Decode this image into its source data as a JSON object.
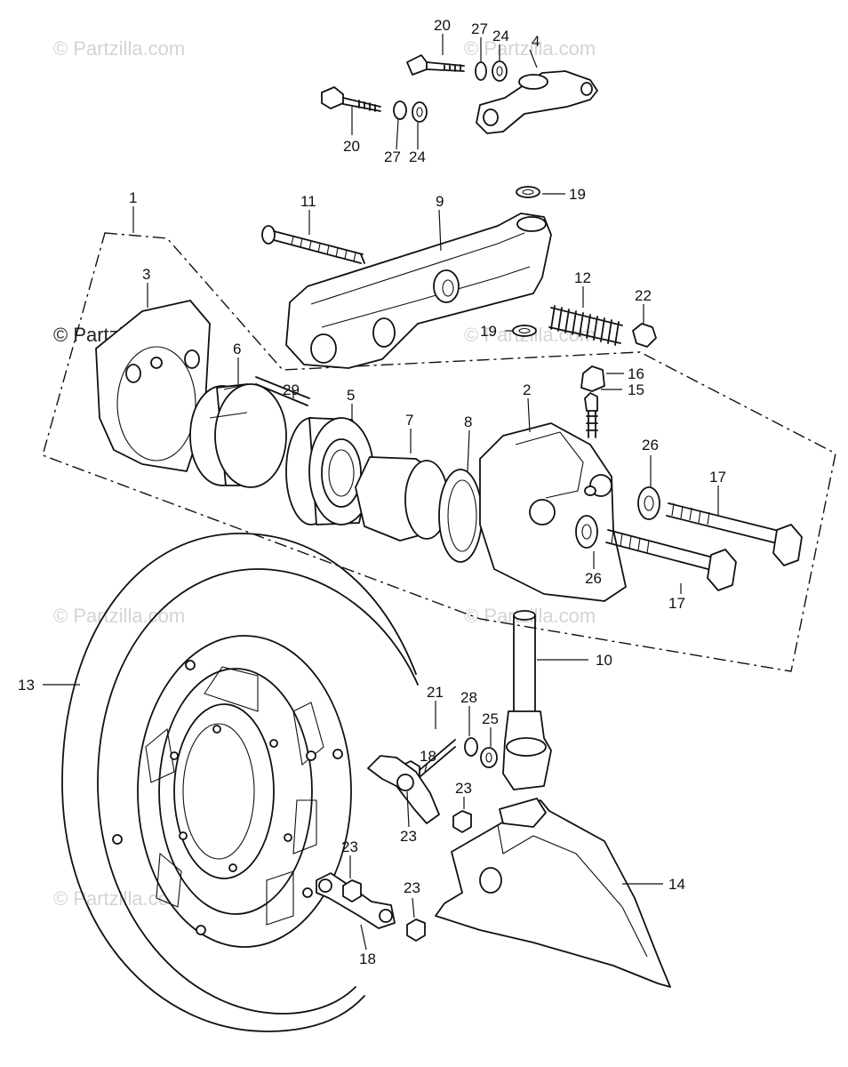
{
  "watermark": "© Partzilla.com",
  "callouts": {
    "c20a": "20",
    "c27a": "27",
    "c24a": "24",
    "c4": "4",
    "c20b": "20",
    "c27b": "27",
    "c24b": "24",
    "c1": "1",
    "c11": "11",
    "c9": "9",
    "c19a": "19",
    "c3": "3",
    "c12": "12",
    "c22": "22",
    "c19b": "19",
    "c6": "6",
    "c29": "29",
    "c5": "5",
    "c2": "2",
    "c16": "16",
    "c7": "7",
    "c8": "8",
    "c15": "15",
    "c26a": "26",
    "c17a": "17",
    "c26b": "26",
    "c17b": "17",
    "c10": "10",
    "c13": "13",
    "c21": "21",
    "c28": "28",
    "c25": "25",
    "c18a": "18",
    "c23a": "23",
    "c23b": "23",
    "c23c": "23",
    "c23d": "23",
    "c14": "14",
    "c18b": "18"
  }
}
